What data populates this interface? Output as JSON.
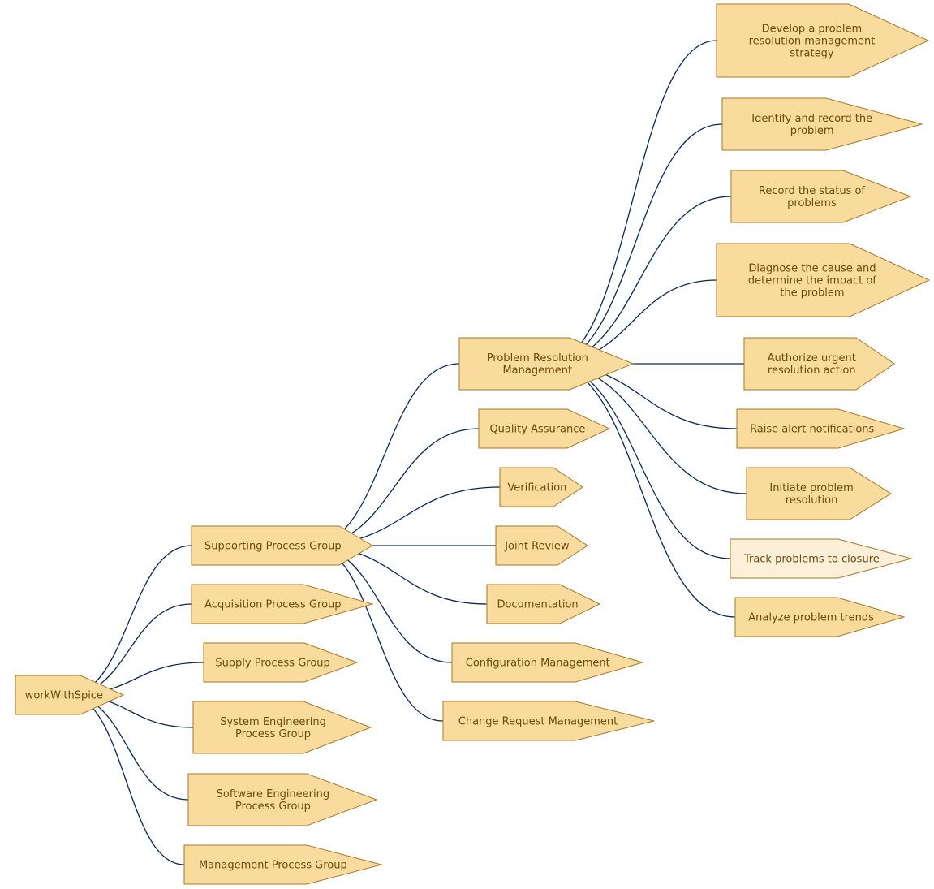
{
  "colors": {
    "node_fill": "#fadb9e",
    "node_fill_highlight": "#fdefd8",
    "node_stroke": "#a27a2a",
    "node_text": "#6b4a0c",
    "edge": "#0d2650"
  },
  "nodes": {
    "root": [
      "workWithSpice"
    ],
    "supporting": [
      "Supporting Process Group"
    ],
    "acquisition": [
      "Acquisition Process Group"
    ],
    "supply": [
      "Supply Process Group"
    ],
    "syseng": [
      "System Engineering",
      "Process Group"
    ],
    "sweng": [
      "Software Engineering",
      "Process Group"
    ],
    "mgmt": [
      "Management Process Group"
    ],
    "prm": [
      "Problem Resolution",
      "Management"
    ],
    "qa": [
      "Quality Assurance"
    ],
    "verif": [
      "Verification"
    ],
    "joint": [
      "Joint Review"
    ],
    "doc": [
      "Documentation"
    ],
    "config": [
      "Configuration Management"
    ],
    "crm": [
      "Change Request Management"
    ],
    "develop": [
      "Develop a problem",
      "resolution management",
      "strategy"
    ],
    "identify": [
      "Identify and record the",
      "problem"
    ],
    "status": [
      "Record the status of",
      "problems"
    ],
    "diagnose": [
      "Diagnose the cause and",
      "determine the impact of",
      "the problem"
    ],
    "authorize": [
      "Authorize urgent",
      "resolution action"
    ],
    "alert": [
      "Raise alert notifications"
    ],
    "initiate": [
      "Initiate problem",
      "resolution"
    ],
    "track": [
      "Track problems to closure"
    ],
    "analyze": [
      "Analyze problem trends"
    ]
  },
  "edges": [
    [
      "root",
      "supporting"
    ],
    [
      "root",
      "acquisition"
    ],
    [
      "root",
      "supply"
    ],
    [
      "root",
      "syseng"
    ],
    [
      "root",
      "sweng"
    ],
    [
      "root",
      "mgmt"
    ],
    [
      "supporting",
      "prm"
    ],
    [
      "supporting",
      "qa"
    ],
    [
      "supporting",
      "verif"
    ],
    [
      "supporting",
      "joint"
    ],
    [
      "supporting",
      "doc"
    ],
    [
      "supporting",
      "config"
    ],
    [
      "supporting",
      "crm"
    ],
    [
      "prm",
      "develop"
    ],
    [
      "prm",
      "identify"
    ],
    [
      "prm",
      "status"
    ],
    [
      "prm",
      "diagnose"
    ],
    [
      "prm",
      "authorize"
    ],
    [
      "prm",
      "alert"
    ],
    [
      "prm",
      "initiate"
    ],
    [
      "prm",
      "track"
    ],
    [
      "prm",
      "analyze"
    ]
  ]
}
